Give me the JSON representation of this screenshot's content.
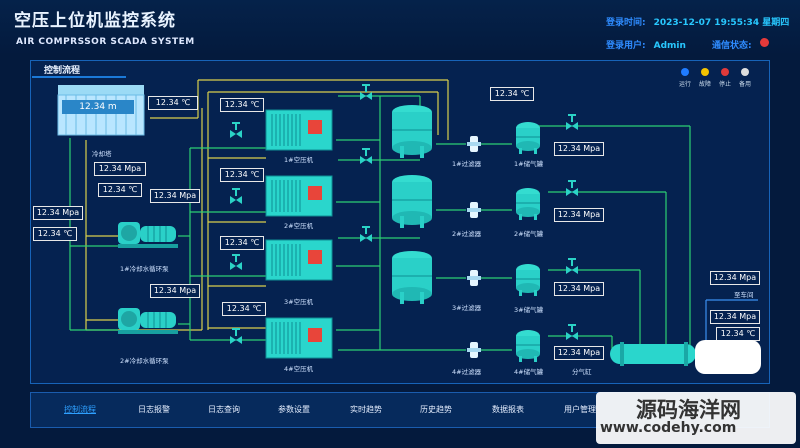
{
  "header": {
    "title": "空压上位机监控系统",
    "subtitle": "AIR COMPRSSOR SCADA SYSTEM",
    "login_time_label": "登录时间:",
    "login_time_value": "2023-12-07 19:55:34 星期四",
    "login_user_label": "登录用户:",
    "login_user_value": "Admin",
    "comm_status_label": "通信状态:",
    "comm_status_color": "#e53a3a"
  },
  "panel": {
    "title": "控制流程"
  },
  "legend": [
    {
      "label": "运行",
      "color": "#1f7bff"
    },
    {
      "label": "故障",
      "color": "#f2c200"
    },
    {
      "label": "停止",
      "color": "#e03a3a"
    },
    {
      "label": "备用",
      "color": "#dddddd"
    }
  ],
  "values": {
    "tower_level": "12.34 m",
    "tower_temp": "12.34 ℃",
    "v_c1_temp": "12.34 ℃",
    "v_c2_temp": "12.34 ℃",
    "v_c3_temp": "12.34 ℃",
    "v_c4_temp": "12.34 ℃",
    "v_left_p1": "12.34 Mpa",
    "v_left_t1": "12.34 ℃",
    "v_pump_p1": "12.34 Mpa",
    "v_pump_p2": "12.34 Mpa",
    "v_outer_p": "12.34 Mpa",
    "v_outer_t": "12.34 ℃",
    "v_top_t": "12.34 ℃",
    "v_r1_p": "12.34 Mpa",
    "v_r2_p": "12.34 Mpa",
    "v_r3_p": "12.34 Mpa",
    "v_r4_p": "12.34 Mpa",
    "v_far_p1": "12.34 Mpa",
    "v_far_p2": "12.34 Mpa",
    "v_far_t2": "12.34 ℃"
  },
  "labels": {
    "cooling_tower": "冷却塔",
    "pump1": "1#冷却水循环泵",
    "pump2": "2#冷却水循环泵",
    "comp1": "1#空压机",
    "comp2": "2#空压机",
    "comp3": "3#空压机",
    "comp4": "4#空压机",
    "filter1": "1#过滤器",
    "filter2": "2#过滤器",
    "filter3": "3#过滤器",
    "filter4": "4#过滤器",
    "tank1": "1#储气罐",
    "tank2": "2#储气罐",
    "tank3": "3#储气罐",
    "tank4": "4#储气罐",
    "manifold": "分气缸",
    "workshop": "至车间"
  },
  "nav": [
    "控制流程",
    "日志报警",
    "日志查询",
    "参数设置",
    "实时趋势",
    "历史趋势",
    "数据报表",
    "用户管理"
  ],
  "watermark": {
    "line1": "源码海洋网",
    "line2": "www.codehy.com"
  }
}
